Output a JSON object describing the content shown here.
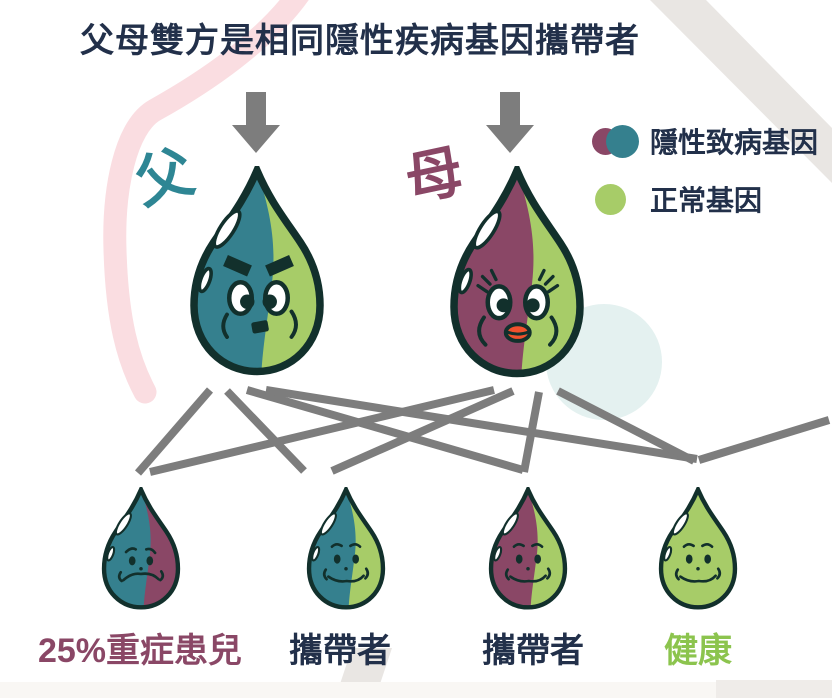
{
  "title": {
    "text": "父母雙方是相同隱性疾病基因攜帶者",
    "color": "#22304A"
  },
  "legend": {
    "items": [
      {
        "id": "recessive-gene",
        "label": "隱性致病基因",
        "swatch": "dual-maroon-teal"
      },
      {
        "id": "normal-gene",
        "label": "正常基因",
        "swatch": "green"
      }
    ]
  },
  "parents": [
    {
      "id": "father",
      "label": "父",
      "label_color": "#2E8694",
      "left_color": "teal",
      "right_color": "green",
      "face": "father"
    },
    {
      "id": "mother",
      "label": "母",
      "label_color": "#8A4766",
      "left_color": "maroon",
      "right_color": "green",
      "face": "mother"
    }
  ],
  "children": [
    {
      "id": "affected",
      "label": "25%重症患兒",
      "label_color": "#8A4766",
      "left_color": "teal",
      "right_color": "maroon",
      "face": "sad"
    },
    {
      "id": "carrier-1",
      "label": "攜帶者",
      "label_color": "#22304A",
      "left_color": "teal",
      "right_color": "green",
      "face": "happy"
    },
    {
      "id": "carrier-2",
      "label": "攜帶者",
      "label_color": "#22304A",
      "left_color": "maroon",
      "right_color": "green",
      "face": "happy"
    },
    {
      "id": "healthy",
      "label": "健康",
      "label_color": "#8CC44E",
      "left_color": "green",
      "right_color": "green",
      "face": "happy"
    }
  ],
  "colors": {
    "teal": "#35808E",
    "green": "#A7CC68",
    "maroon": "#8A4766",
    "outline": "#12302C",
    "navy": "#22304A",
    "gray": "#7D7D7D",
    "pink": "#FADDE1",
    "band_gray": "#E9E6E3",
    "cyan_circle": "#E4F1F0",
    "offwhite_band": "#F9F7F4",
    "corner_gray": "#EFECE9",
    "lip_orange": "#F0512D"
  }
}
